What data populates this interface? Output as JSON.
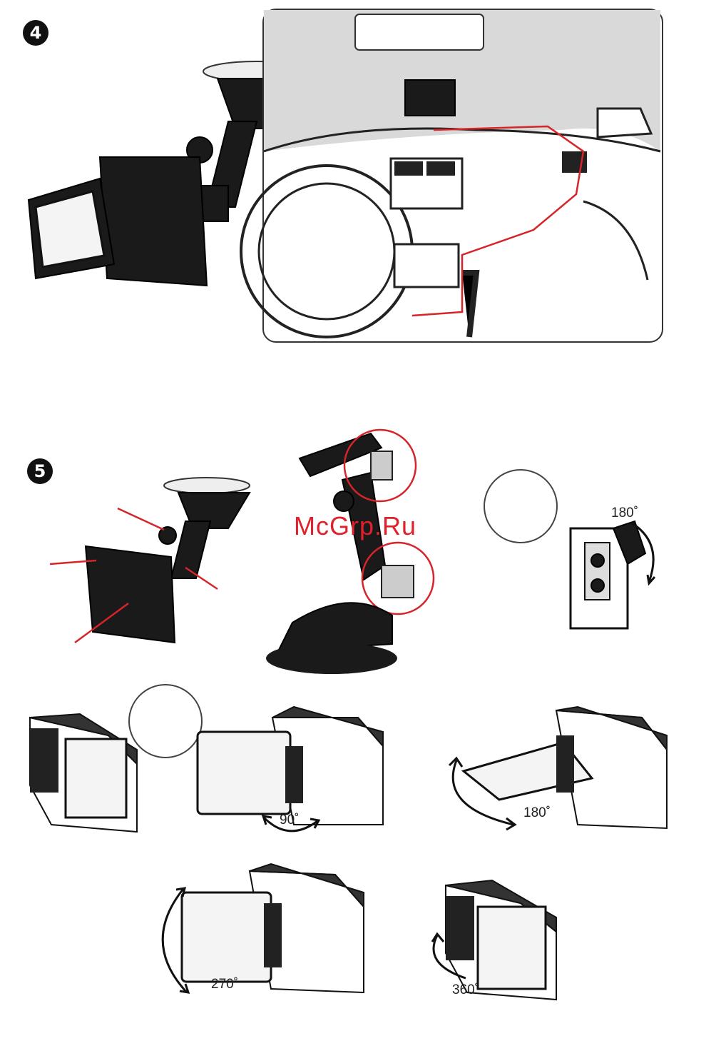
{
  "step4": {
    "badge": "4"
  },
  "step5": {
    "badge": "5"
  },
  "watermark": "McGrp.Ru",
  "angles": {
    "side_view": "180˚",
    "deg90": "90˚",
    "deg180": "180˚",
    "deg270": "270˚",
    "deg360": "360˚"
  },
  "colors": {
    "cable": "#d6242a",
    "watermark": "#e0202a"
  },
  "icons": [
    "dash-camera-mount",
    "car-interior",
    "suction-mount",
    "rotation-arrow"
  ]
}
